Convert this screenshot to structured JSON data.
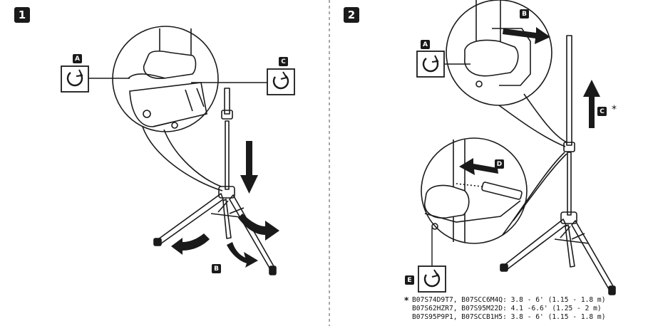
{
  "steps": [
    {
      "number": "1"
    },
    {
      "number": "2"
    }
  ],
  "panel1": {
    "tags": {
      "a": "A",
      "b": "B",
      "c": "C"
    },
    "icons": [
      "rotate-counterclockwise-icon",
      "rotate-clockwise-icon",
      "arrow-down-icon",
      "arrow-curved-out-icon"
    ]
  },
  "panel2": {
    "tags": {
      "a": "A",
      "b": "B",
      "c": "C",
      "d": "D",
      "e": "E"
    },
    "asterisk": "*",
    "icons": [
      "rotate-counterclockwise-icon",
      "rotate-clockwise-icon",
      "arrow-up-icon",
      "arrow-right-icon",
      "arrow-left-icon"
    ]
  },
  "footnote": {
    "marker": "*",
    "lines": [
      "B07S74D9T7, B07SCC6M4Q: 3.8 - 6' (1.15 - 1.8 m)",
      "B07S62HZR7, B07S95M22D: 4.1 -6.6' (1.25 - 2 m)",
      "B07S95P9P1, B07SCCB1H5: 3.8 - 6' (1.15 - 1.8 m)"
    ]
  },
  "colors": {
    "ink": "#1a1a1a",
    "background": "#ffffff",
    "divider": "#7a7a7a"
  }
}
